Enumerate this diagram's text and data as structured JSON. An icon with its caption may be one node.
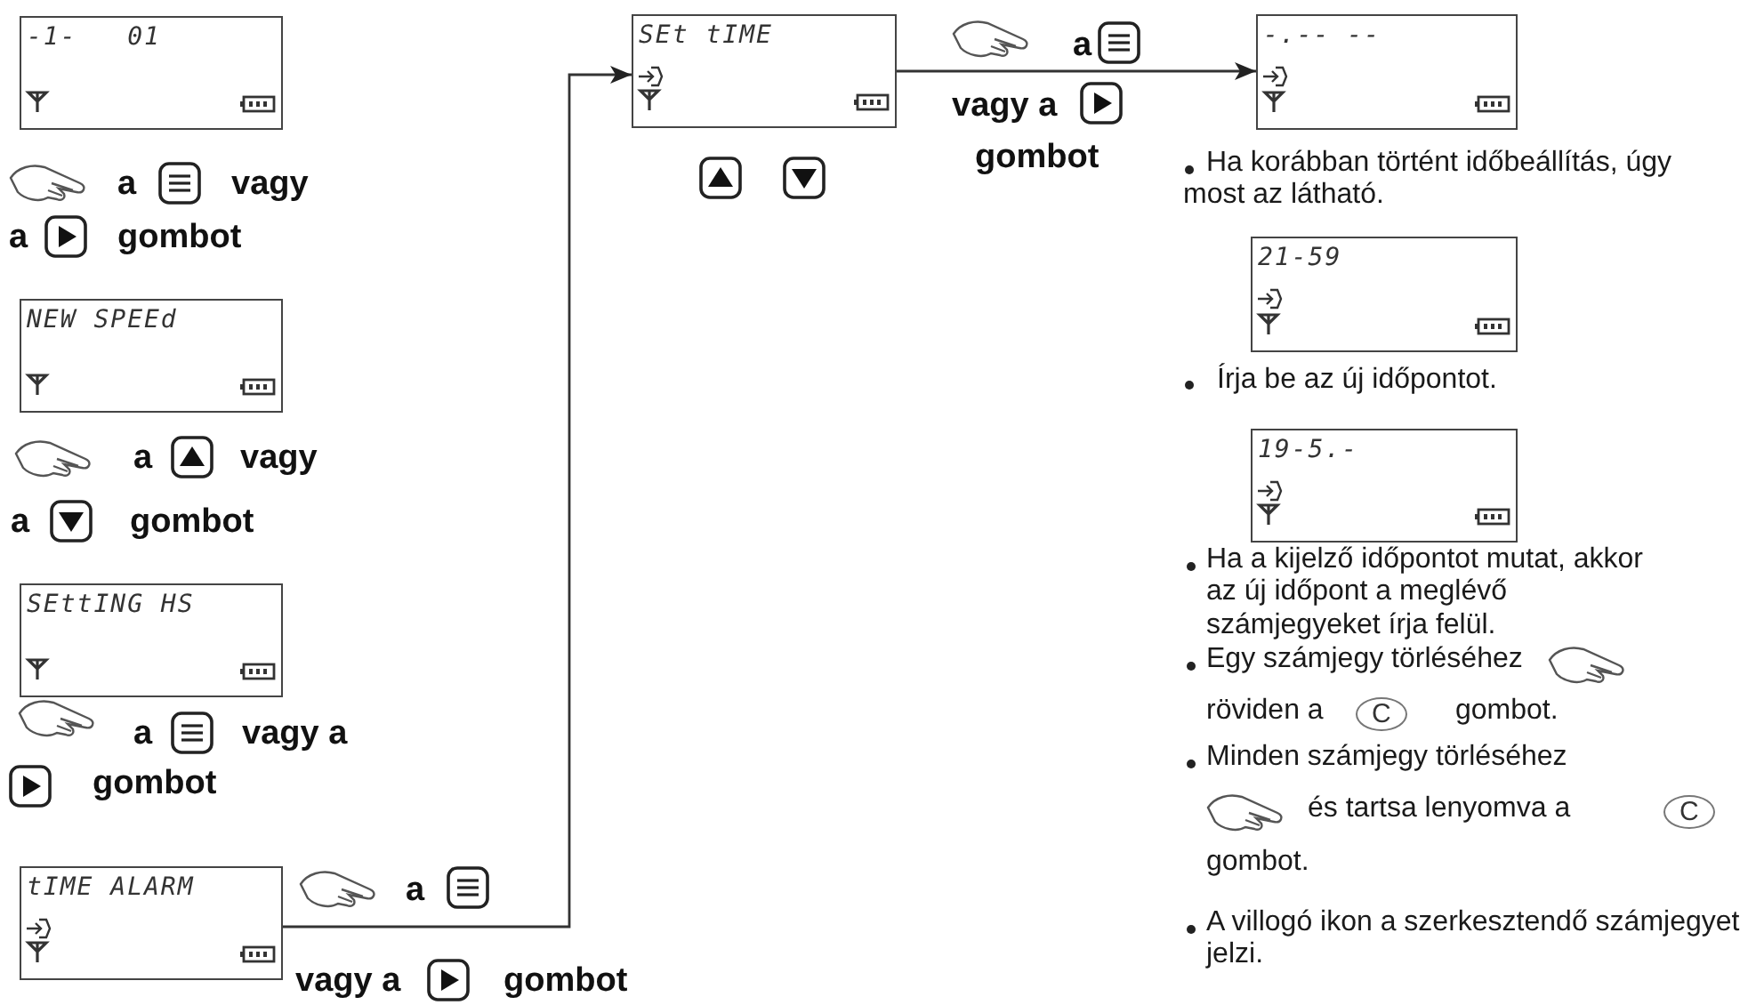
{
  "diagram": {
    "nodes": [
      {
        "text": [
          "-1-   01"
        ]
      },
      {
        "text": [
          "NEW SPEEd"
        ]
      },
      {
        "text": [
          "SEttING HS"
        ]
      },
      {
        "text": [
          "tIME ALARM"
        ]
      },
      {
        "text": [
          "SEt tIME"
        ]
      },
      {
        "text": [
          "-.-- --"
        ]
      },
      {
        "text": [
          "21-59"
        ]
      },
      {
        "text": [
          "19-5.-"
        ]
      }
    ],
    "edges": [
      {
        "from": 3,
        "to": 4,
        "arrow": "to"
      },
      {
        "from": 4,
        "to": 5,
        "arrow": "to"
      }
    ],
    "labels": [
      "a",
      "vagy",
      "a",
      "gombot",
      "a",
      "vagy",
      "a",
      "gombot",
      "a",
      "vagy a",
      "gombot",
      "a",
      "vagy a",
      "gombot",
      "a",
      "vagy a",
      "gombot",
      "Ha korábban történt időbeállítás, úgy most az látható.",
      "Írja be az új időpontot.",
      "Ha a kijelző időpontot mutat, akkor az új időpont a meglévő számjegyeket írja felül.",
      "Egy számjegy törléséhez",
      "röviden a",
      "C",
      "gombot.",
      "Minden számjegy törléséhez",
      "és tartsa lenyomva a",
      "C",
      "gombot.",
      "A villogó ikon a szerkesztendő számjegyet jelzi."
    ]
  }
}
